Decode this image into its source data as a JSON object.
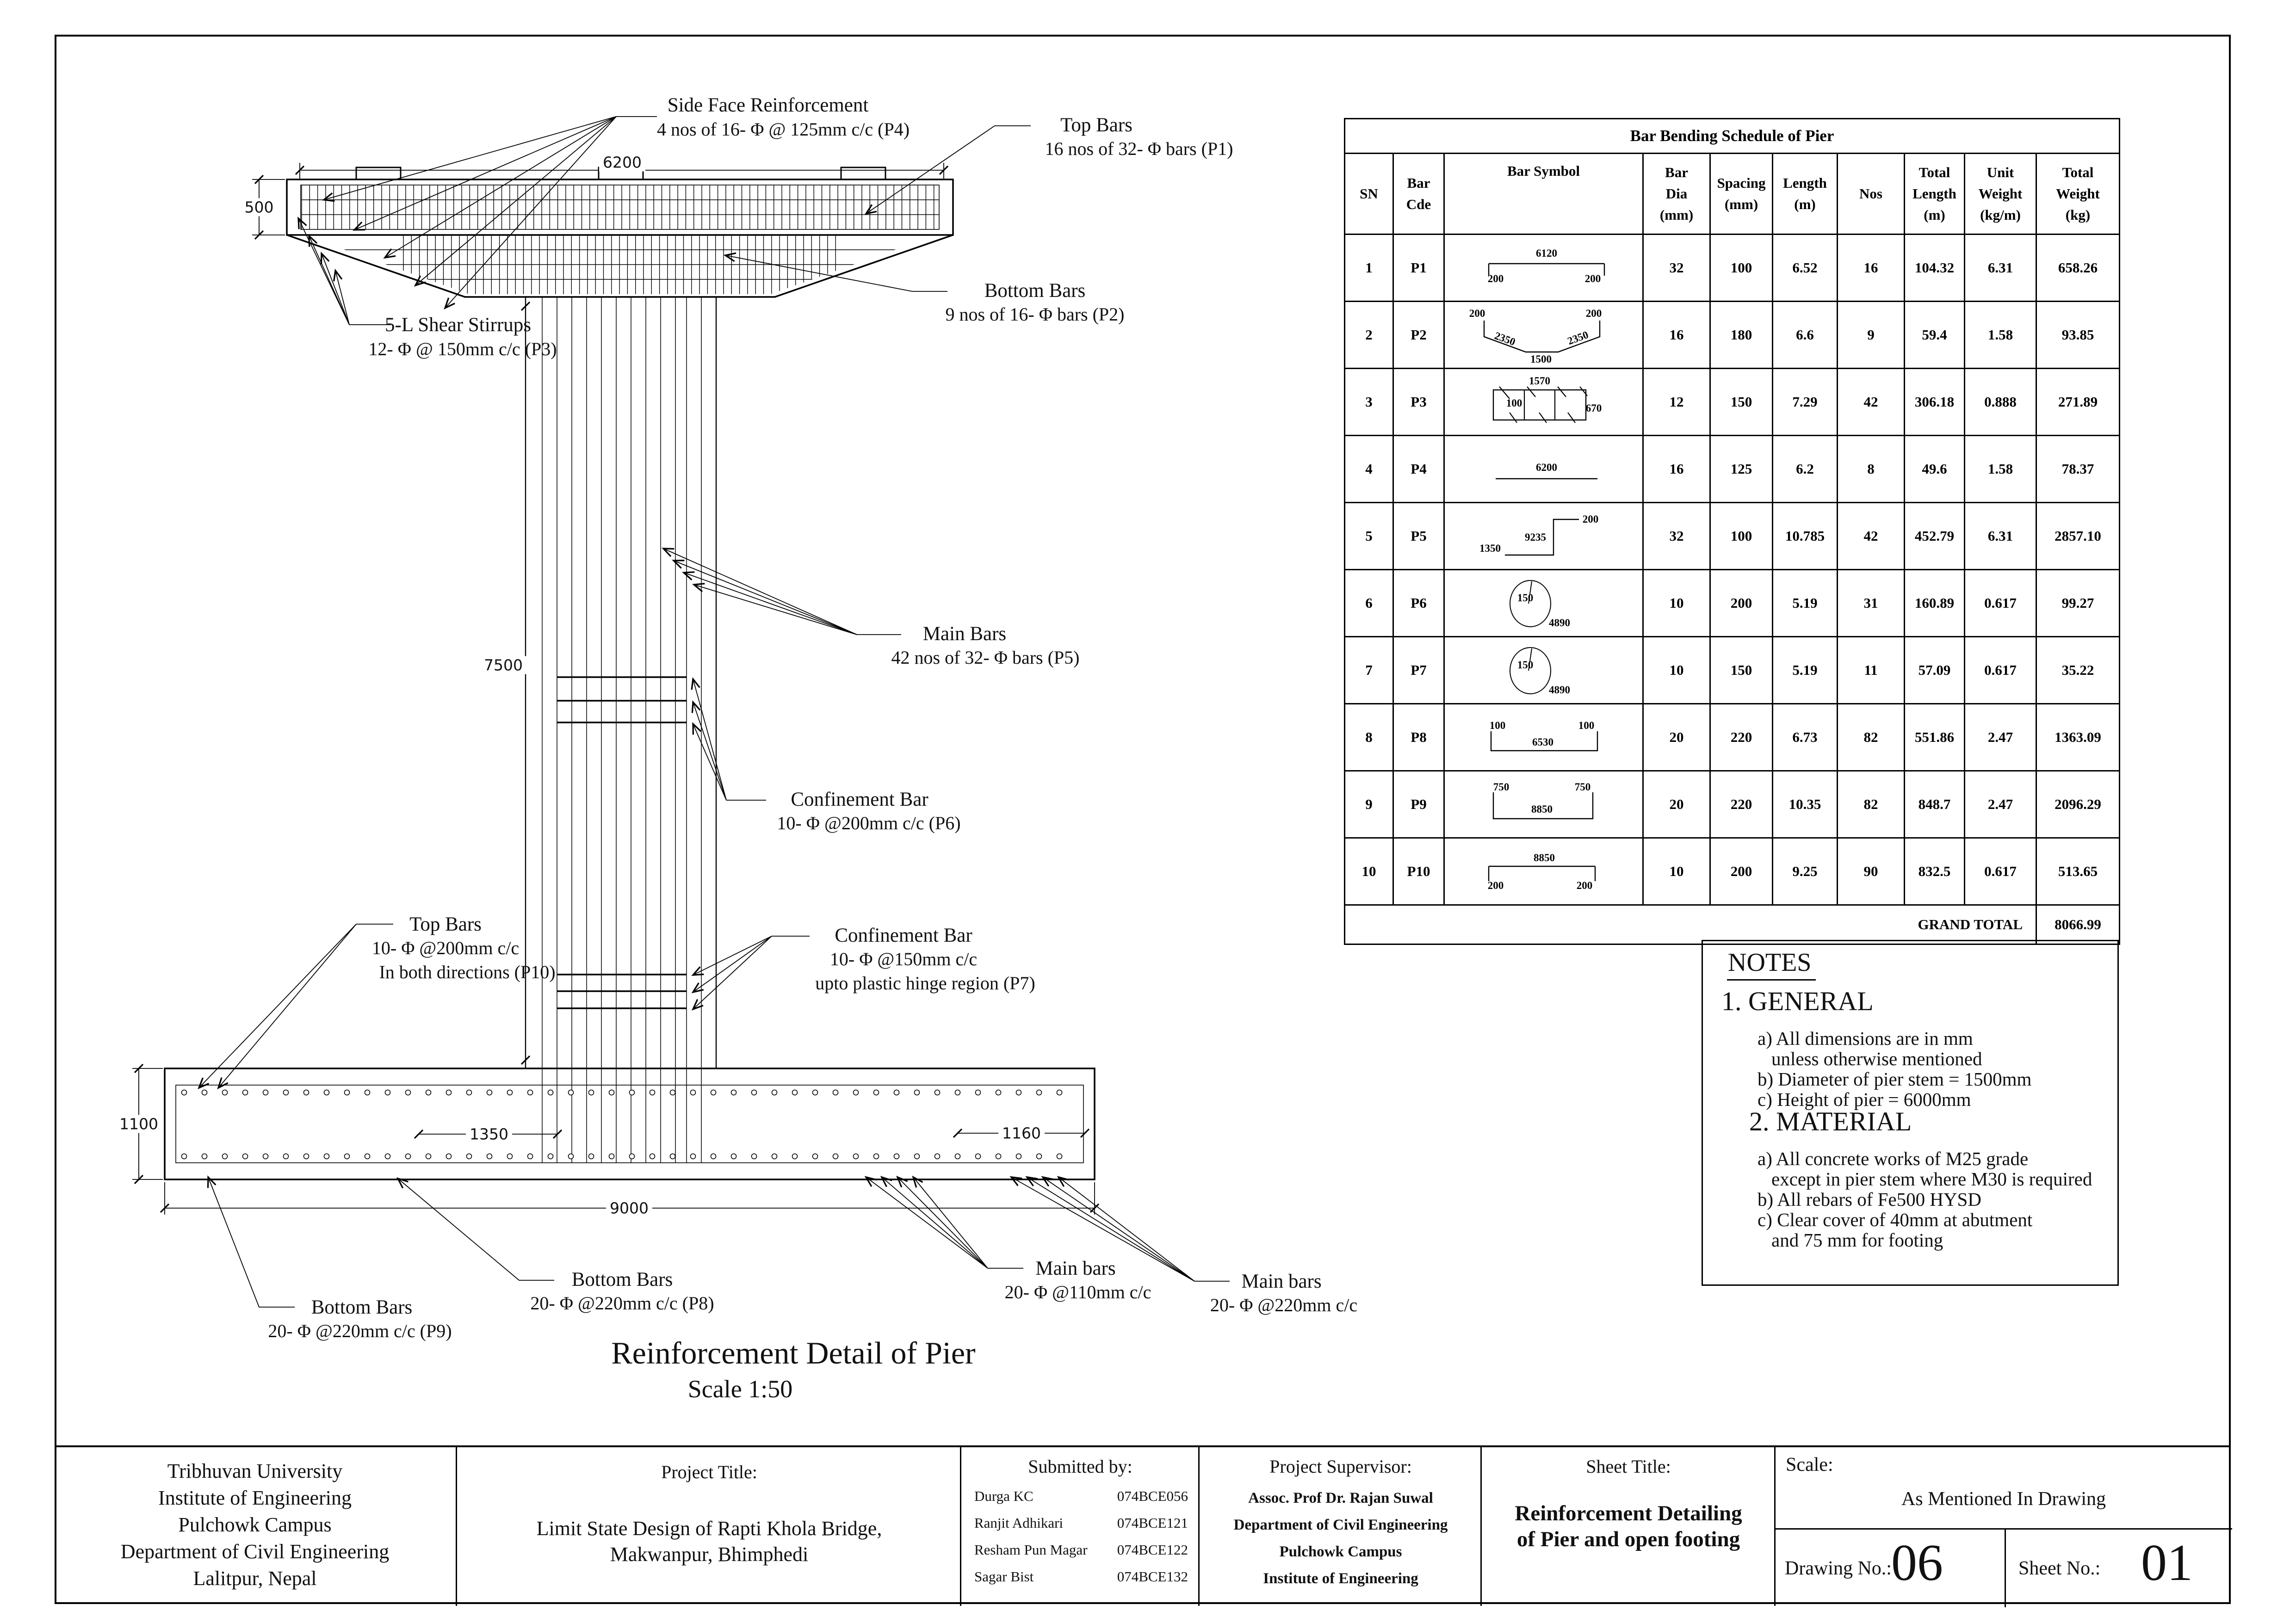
{
  "drawing": {
    "title": "Reinforcement Detail of Pier",
    "scale_note": "Scale 1:50",
    "annotations": {
      "side_face": {
        "l1": "Side Face Reinforcement",
        "l2": "4 nos of 16- Φ  @ 125mm c/c  (P4)"
      },
      "top_bars_cap": {
        "l1": "Top Bars",
        "l2": "16 nos of 32- Φ bars  (P1)"
      },
      "bottom_bars_cap": {
        "l1": "Bottom Bars",
        "l2": "9 nos of 16- Φ  bars  (P2)"
      },
      "shear_stirrups": {
        "l1": "5-L Shear Stirrups",
        "l2": "12- Φ  @ 150mm c/c  (P3)"
      },
      "main_bars_pier": {
        "l1": "Main Bars",
        "l2": "42 nos of 32- Φ  bars  (P5)"
      },
      "confinement_p6": {
        "l1": "Confinement Bar",
        "l2": "10- Φ  @200mm c/c  (P6)"
      },
      "top_bars_footing": {
        "l1": "Top Bars",
        "l2": "10- Φ  @200mm c/c",
        "l3": "In both directions  (P10)"
      },
      "confinement_p7": {
        "l1": "Confinement Bar",
        "l2": "10- Φ  @150mm c/c",
        "l3": "upto plastic hinge region  (P7)"
      },
      "bottom_bars_p9": {
        "l1": "Bottom Bars",
        "l2": "20- Φ  @220mm c/c  (P9)"
      },
      "bottom_bars_p8": {
        "l1": "Bottom Bars",
        "l2": "20- Φ  @220mm c/c  (P8)"
      },
      "main_bars_110": {
        "l1": "Main bars",
        "l2": "20- Φ  @110mm c/c"
      },
      "main_bars_220": {
        "l1": "Main bars",
        "l2": "20- Φ  @220mm c/c"
      }
    },
    "dimensions": {
      "cap_width": "6200",
      "cap_height": "500",
      "pier_height": "7500",
      "footing_height": "1100",
      "footing_width": "9000",
      "footing_left_offset": "1350",
      "footing_right_offset": "1160"
    }
  },
  "table": {
    "title": "Bar Bending Schedule of Pier",
    "headers": [
      [
        "SN"
      ],
      [
        "Bar",
        "Cde"
      ],
      [
        "Bar Symbol"
      ],
      [
        "Bar",
        "Dia",
        "(mm)"
      ],
      [
        "Spacing",
        "(mm)"
      ],
      [
        "Length",
        "(m)"
      ],
      [
        "Nos"
      ],
      [
        "Total",
        "Length",
        "(m)"
      ],
      [
        "Unit",
        "Weight",
        "(kg/m)"
      ],
      [
        "Total",
        "Weight",
        "(kg)"
      ]
    ],
    "rows": [
      {
        "sn": "1",
        "code": "P1",
        "dia": "32",
        "spacing": "100",
        "length": "6.52",
        "nos": "16",
        "total_length": "104.32",
        "unit_weight": "6.31",
        "total_weight": "658.26",
        "sym": {
          "a": "6120",
          "b": "200",
          "c": "200"
        }
      },
      {
        "sn": "2",
        "code": "P2",
        "dia": "16",
        "spacing": "180",
        "length": "6.6",
        "nos": "9",
        "total_length": "59.4",
        "unit_weight": "1.58",
        "total_weight": "93.85",
        "sym": {
          "a": "200",
          "b": "200",
          "c": "2350",
          "d": "1500",
          "e": "2350"
        }
      },
      {
        "sn": "3",
        "code": "P3",
        "dia": "12",
        "spacing": "150",
        "length": "7.29",
        "nos": "42",
        "total_length": "306.18",
        "unit_weight": "0.888",
        "total_weight": "271.89",
        "sym": {
          "a": "1570",
          "b": "100",
          "c": "670"
        }
      },
      {
        "sn": "4",
        "code": "P4",
        "dia": "16",
        "spacing": "125",
        "length": "6.2",
        "nos": "8",
        "total_length": "49.6",
        "unit_weight": "1.58",
        "total_weight": "78.37",
        "sym": {
          "a": "6200"
        }
      },
      {
        "sn": "5",
        "code": "P5",
        "dia": "32",
        "spacing": "100",
        "length": "10.785",
        "nos": "42",
        "total_length": "452.79",
        "unit_weight": "6.31",
        "total_weight": "2857.10",
        "sym": {
          "a": "200",
          "b": "9235",
          "c": "1350"
        }
      },
      {
        "sn": "6",
        "code": "P6",
        "dia": "10",
        "spacing": "200",
        "length": "5.19",
        "nos": "31",
        "total_length": "160.89",
        "unit_weight": "0.617",
        "total_weight": "99.27",
        "sym": {
          "a": "150",
          "b": "4890"
        }
      },
      {
        "sn": "7",
        "code": "P7",
        "dia": "10",
        "spacing": "150",
        "length": "5.19",
        "nos": "11",
        "total_length": "57.09",
        "unit_weight": "0.617",
        "total_weight": "35.22",
        "sym": {
          "a": "150",
          "b": "4890"
        }
      },
      {
        "sn": "8",
        "code": "P8",
        "dia": "20",
        "spacing": "220",
        "length": "6.73",
        "nos": "82",
        "total_length": "551.86",
        "unit_weight": "2.47",
        "total_weight": "1363.09",
        "sym": {
          "a": "100",
          "b": "100",
          "c": "6530"
        }
      },
      {
        "sn": "9",
        "code": "P9",
        "dia": "20",
        "spacing": "220",
        "length": "10.35",
        "nos": "82",
        "total_length": "848.7",
        "unit_weight": "2.47",
        "total_weight": "2096.29",
        "sym": {
          "a": "750",
          "b": "750",
          "c": "8850"
        }
      },
      {
        "sn": "10",
        "code": "P10",
        "dia": "10",
        "spacing": "200",
        "length": "9.25",
        "nos": "90",
        "total_length": "832.5",
        "unit_weight": "0.617",
        "total_weight": "513.65",
        "sym": {
          "a": "8850",
          "b": "200",
          "c": "200"
        }
      }
    ],
    "grand_total_label": "GRAND TOTAL",
    "grand_total": "8066.99"
  },
  "notes": {
    "heading": "NOTES",
    "general_title": "1. GENERAL",
    "g1": "a) All dimensions are in mm",
    "g2": "unless otherwise mentioned",
    "g3": "b) Diameter of pier stem = 1500mm",
    "g4": "c)  Height of pier = 6000mm",
    "material_title": "2. MATERIAL",
    "m1": "a) All concrete works of M25 grade",
    "m2": "except in pier stem where M30 is required",
    "m3": "b) All rebars of Fe500 HYSD",
    "m4": "c) Clear cover of 40mm at abutment",
    "m5": "and 75 mm for footing"
  },
  "title_block": {
    "university": [
      "Tribhuvan University",
      "Institute of Engineering",
      "Pulchowk Campus",
      "Department of Civil Engineering",
      "Lalitpur, Nepal"
    ],
    "project_title_label": "Project Title:",
    "project_title_l1": "Limit State Design of Rapti Khola Bridge,",
    "project_title_l2": "Makwanpur, Bhimphedi",
    "submitted": {
      "label": "Submitted by:",
      "entries": [
        {
          "name": "Durga KC",
          "roll": "074BCE056"
        },
        {
          "name": "Ranjit Adhikari",
          "roll": "074BCE121"
        },
        {
          "name": "Resham Pun Magar",
          "roll": "074BCE122"
        },
        {
          "name": "Sagar Bist",
          "roll": "074BCE132"
        }
      ]
    },
    "supervisor": {
      "label": "Project Supervisor:",
      "lines": [
        "Assoc. Prof Dr. Rajan Suwal",
        "Department of Civil Engineering",
        "Pulchowk Campus",
        "Institute of Engineering"
      ]
    },
    "sheet_title_label": "Sheet Title:",
    "sheet_title_l1": "Reinforcement Detailing",
    "sheet_title_l2": "of Pier and open footing",
    "scale_label": "Scale:",
    "scale_value": "As Mentioned In Drawing",
    "drawing_no_label": "Drawing No.:",
    "drawing_no": "06",
    "sheet_no_label": "Sheet No.:",
    "sheet_no": "01"
  }
}
